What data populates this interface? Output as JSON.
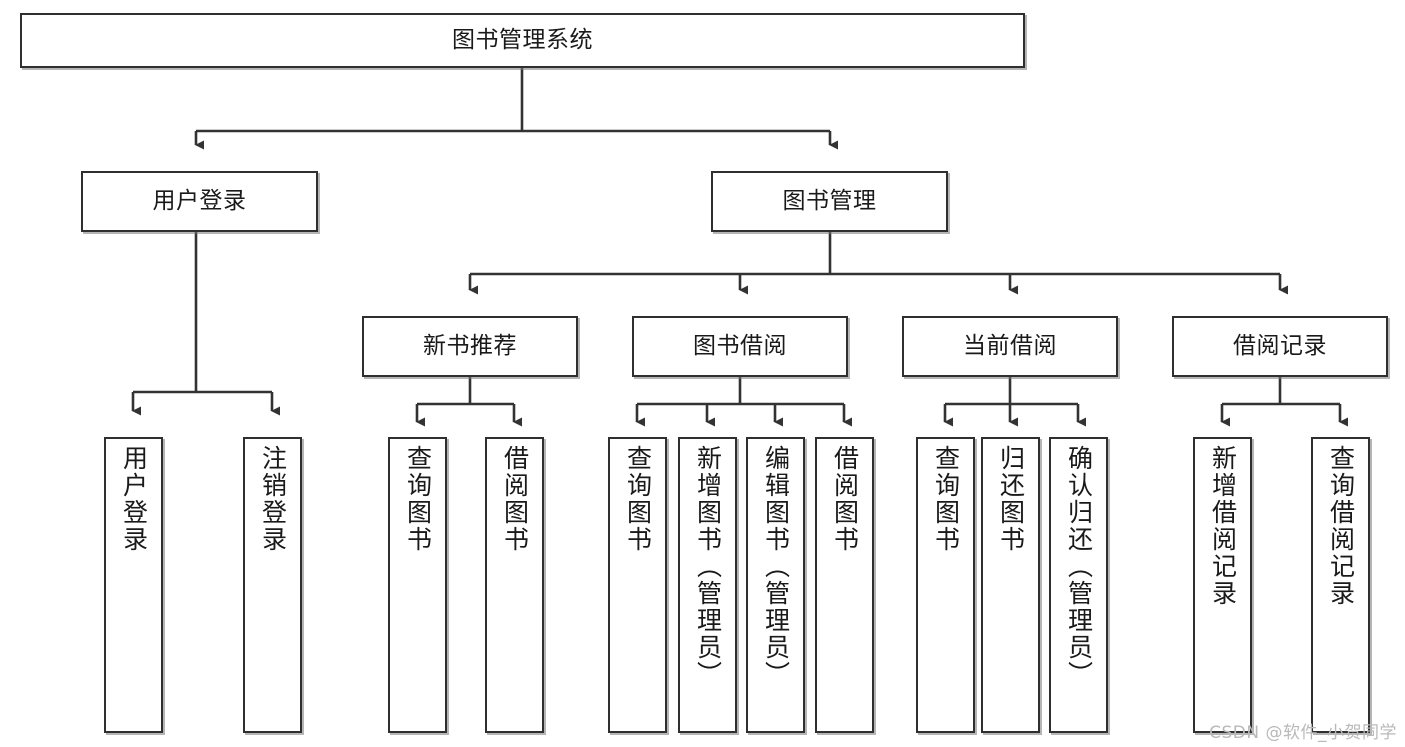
{
  "diagram": {
    "title": "图书管理系统",
    "type": "hierarchy-tree",
    "watermark": "CSDN @软件_小贺同学",
    "colors": {
      "box_stroke": "#2f2f2f",
      "box_fill": "#ffffff",
      "connector": "#333333",
      "watermark": "#b9b9b9"
    },
    "nodes": {
      "root": {
        "label": "图书管理系统",
        "level": 1,
        "orientation": "horizontal"
      },
      "user_login": {
        "label": "用户登录",
        "level": 2,
        "orientation": "horizontal"
      },
      "book_manage": {
        "label": "图书管理",
        "level": 2,
        "orientation": "horizontal"
      },
      "new_book_rec": {
        "label": "新书推荐",
        "level": 3,
        "orientation": "horizontal"
      },
      "book_borrow": {
        "label": "图书借阅",
        "level": 3,
        "orientation": "horizontal"
      },
      "current_borrow": {
        "label": "当前借阅",
        "level": 3,
        "orientation": "horizontal"
      },
      "borrow_record": {
        "label": "借阅记录",
        "level": 3,
        "orientation": "horizontal"
      },
      "leaf_user_login": {
        "label": "用户登录",
        "level": 4,
        "orientation": "vertical"
      },
      "leaf_logout": {
        "label": "注销登录",
        "level": 4,
        "orientation": "vertical"
      },
      "leaf_query_book_rec": {
        "label": "查询图书",
        "level": 4,
        "orientation": "vertical"
      },
      "leaf_borrow_book_rec": {
        "label": "借阅图书",
        "level": 4,
        "orientation": "vertical"
      },
      "leaf_query_book_bb": {
        "label": "查询图书",
        "level": 4,
        "orientation": "vertical"
      },
      "leaf_add_book": {
        "label": "新增图书（管理员）",
        "level": 4,
        "orientation": "vertical"
      },
      "leaf_edit_book": {
        "label": "编辑图书（管理员）",
        "level": 4,
        "orientation": "vertical"
      },
      "leaf_borrow_book_bb": {
        "label": "借阅图书",
        "level": 4,
        "orientation": "vertical"
      },
      "leaf_query_book_cb": {
        "label": "查询图书",
        "level": 4,
        "orientation": "vertical"
      },
      "leaf_return_book": {
        "label": "归还图书",
        "level": 4,
        "orientation": "vertical"
      },
      "leaf_confirm_return": {
        "label": "确认归还（管理员）",
        "level": 4,
        "orientation": "vertical"
      },
      "leaf_add_record": {
        "label": "新增借阅记录",
        "level": 4,
        "orientation": "vertical"
      },
      "leaf_query_record": {
        "label": "查询借阅记录",
        "level": 4,
        "orientation": "vertical"
      }
    },
    "edges": [
      {
        "from": "root",
        "to": "user_login"
      },
      {
        "from": "root",
        "to": "book_manage"
      },
      {
        "from": "user_login",
        "to": "leaf_user_login"
      },
      {
        "from": "user_login",
        "to": "leaf_logout"
      },
      {
        "from": "book_manage",
        "to": "new_book_rec"
      },
      {
        "from": "book_manage",
        "to": "book_borrow"
      },
      {
        "from": "book_manage",
        "to": "current_borrow"
      },
      {
        "from": "book_manage",
        "to": "borrow_record"
      },
      {
        "from": "new_book_rec",
        "to": "leaf_query_book_rec"
      },
      {
        "from": "new_book_rec",
        "to": "leaf_borrow_book_rec"
      },
      {
        "from": "book_borrow",
        "to": "leaf_query_book_bb"
      },
      {
        "from": "book_borrow",
        "to": "leaf_add_book"
      },
      {
        "from": "book_borrow",
        "to": "leaf_edit_book"
      },
      {
        "from": "book_borrow",
        "to": "leaf_borrow_book_bb"
      },
      {
        "from": "current_borrow",
        "to": "leaf_query_book_cb"
      },
      {
        "from": "current_borrow",
        "to": "leaf_return_book"
      },
      {
        "from": "current_borrow",
        "to": "leaf_confirm_return"
      },
      {
        "from": "borrow_record",
        "to": "leaf_add_record"
      },
      {
        "from": "borrow_record",
        "to": "leaf_query_record"
      }
    ]
  }
}
